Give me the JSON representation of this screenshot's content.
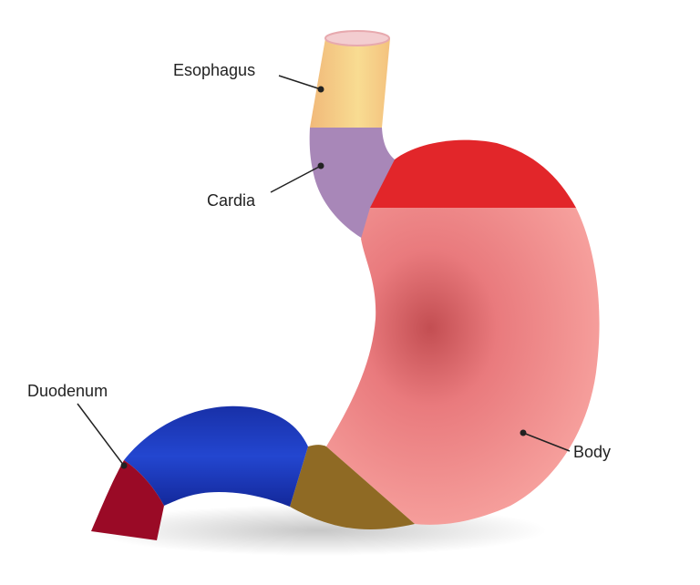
{
  "labels": {
    "esophagus": "Esophagus",
    "cardia": "Cardia",
    "duodenum": "Duodenum",
    "body": "Body"
  },
  "colors": {
    "esophagus": "#f6c98a",
    "cardia": "#a887b8",
    "fundus": "#e2262a",
    "body": "#f4908e",
    "pylorus": "#8f6a24",
    "small_intestine": "#1b34b8",
    "duodenum": "#9a0a26",
    "leader_line": "#222222",
    "label_text": "#222222"
  }
}
